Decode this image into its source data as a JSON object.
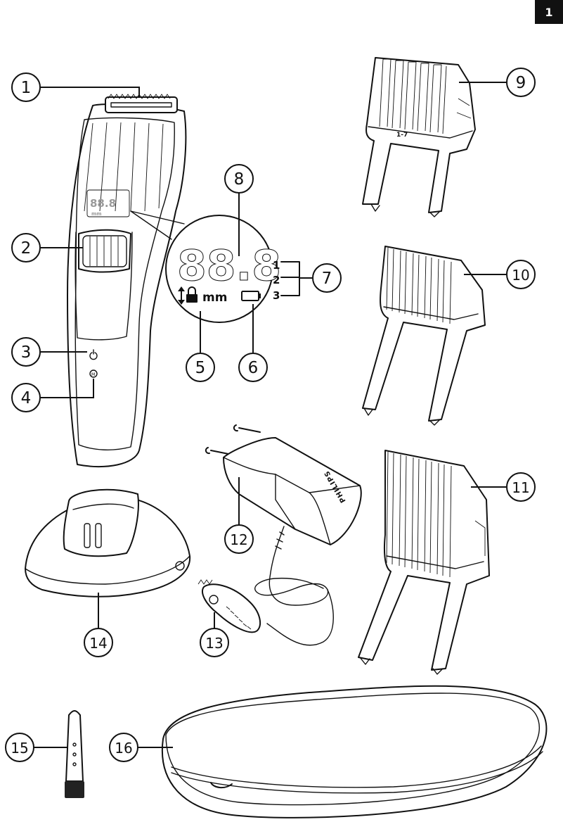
{
  "page_number": "1",
  "callouts": [
    "1",
    "2",
    "3",
    "4",
    "5",
    "6",
    "7",
    "8",
    "9",
    "10",
    "11",
    "12",
    "13",
    "14",
    "15",
    "16"
  ],
  "display": {
    "digits": "88.8",
    "speed_levels": [
      "1",
      "2",
      "3"
    ],
    "unit": "mm"
  },
  "comb_label": "1-7",
  "adapter_brand": "PHILIPS"
}
